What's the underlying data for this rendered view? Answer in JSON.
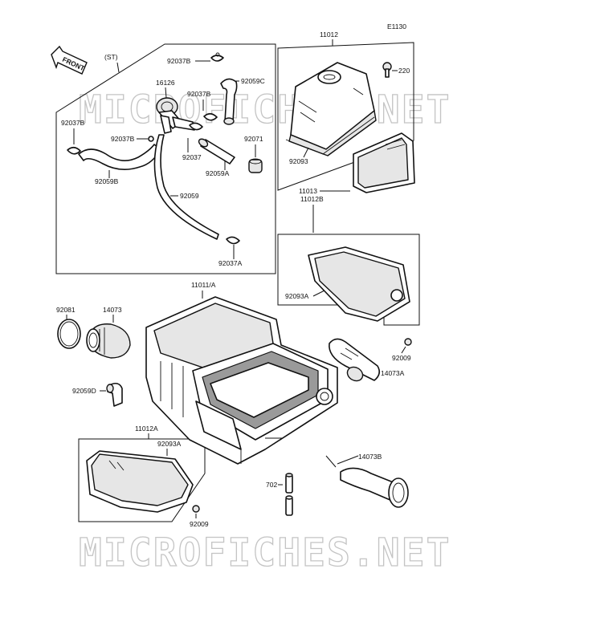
{
  "diagram_code": "E1130",
  "front_label": "FRONT",
  "st_label": "(ST)",
  "watermark": "MICROFICHES.NET",
  "parts": {
    "p11012": "11012",
    "p220": "220",
    "p92093": "92093",
    "p11013": "11013",
    "p92037B_top": "92037B",
    "p16126": "16126",
    "p92059C": "92059C",
    "p92037B_mid": "92037B",
    "p92037B_left": "92037B",
    "p92037B_small": "92037B",
    "p92071": "92071",
    "p92037": "92037",
    "p92059A": "92059A",
    "p92059B": "92059B",
    "p92059": "92059",
    "p92037A": "92037A",
    "p11012B": "11012B",
    "p92093A_right": "92093A",
    "p11011A": "11011/A",
    "p92081": "92081",
    "p14073": "14073",
    "p92009_right": "92009",
    "p14073A": "14073A",
    "p92059D": "92059D",
    "p11012A": "11012A",
    "p92093A_left": "92093A",
    "p92009_left": "92009",
    "p14073B": "14073B",
    "p702": "702"
  }
}
